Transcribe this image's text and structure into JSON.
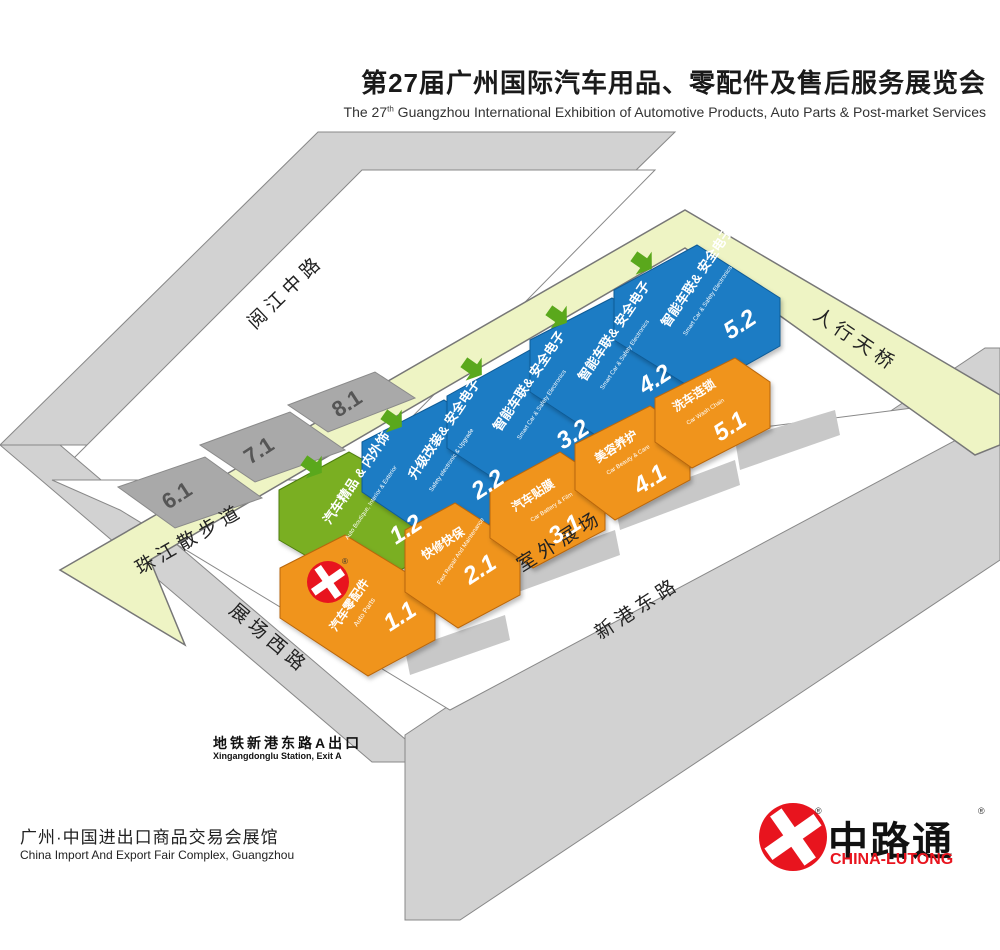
{
  "title": {
    "cn": "第27届广州国际汽车用品、零配件及售后服务展览会",
    "en_prefix": "The 27",
    "en_sup": "th",
    "en_rest": " Guangzhou International Exhibition of Automotive Products, Auto Parts & Post-market Services"
  },
  "venue": {
    "cn": "广州·中国进出口商品交易会展馆",
    "en": "China Import And Export Fair Complex, Guangzhou"
  },
  "metro": {
    "cn": "地铁新港东路A出口",
    "en": "Xingangdonglu Station,  Exit A"
  },
  "brand": {
    "cn": "中路通",
    "en": "CHINA-LUTONG",
    "reg": "®"
  },
  "colors": {
    "blue": "#1f7bc4",
    "orange": "#f0941c",
    "green": "#7aaf22",
    "grey_hall": "#a9a9a9",
    "road": "#d2d2d2",
    "walkway": "#eef4c4",
    "logo_red": "#e8141e"
  },
  "roads": {
    "north": "阅 江 中 路",
    "east": "人 行 天 桥",
    "south": "新 港 东 路",
    "west": "展 场 西 路",
    "walkway": "珠 江 散 步 道",
    "outdoor": "室 外 展 场"
  },
  "halls": {
    "grey": [
      "6.1",
      "7.1",
      "8.1"
    ],
    "h1_1": {
      "number": "1.1",
      "cn": "汽车零配件",
      "en": "Auto Parts",
      "category": "orange"
    },
    "h1_2": {
      "number": "1.2",
      "cn": "汽车精品 & 内外饰",
      "en": "Auto Boutique, Interior & Exterior",
      "category": "green"
    },
    "h2_1": {
      "number": "2.1",
      "cn": "快修快保",
      "en": "Fast Repair And Maintenance",
      "category": "orange"
    },
    "h2_2": {
      "number": "2.2",
      "cn": "升级改装& 安全电子",
      "en": "Safety electronic & Upgrade",
      "category": "blue"
    },
    "h3_1": {
      "number": "3.1",
      "cn": "汽车贴膜",
      "en": "Car Battery & Film",
      "category": "orange"
    },
    "h3_2": {
      "number": "3.2",
      "cn": "智能车联& 安全电子",
      "en": "Smart Car & Safety Electronics",
      "category": "blue"
    },
    "h4_1": {
      "number": "4.1",
      "cn": "美容养护",
      "en": "Car Beauty & Care",
      "category": "orange"
    },
    "h4_2": {
      "number": "4.2",
      "cn": "智能车联& 安全电子",
      "en": "Smart Car & Safety Electronics",
      "category": "blue"
    },
    "h5_1": {
      "number": "5.1",
      "cn": "洗车连锁",
      "en": "Car Wash Chain",
      "category": "orange"
    },
    "h5_2": {
      "number": "5.2",
      "cn": "智能车联& 安全电子",
      "en": "Smart Car & Safety Electronics",
      "category": "blue"
    }
  }
}
